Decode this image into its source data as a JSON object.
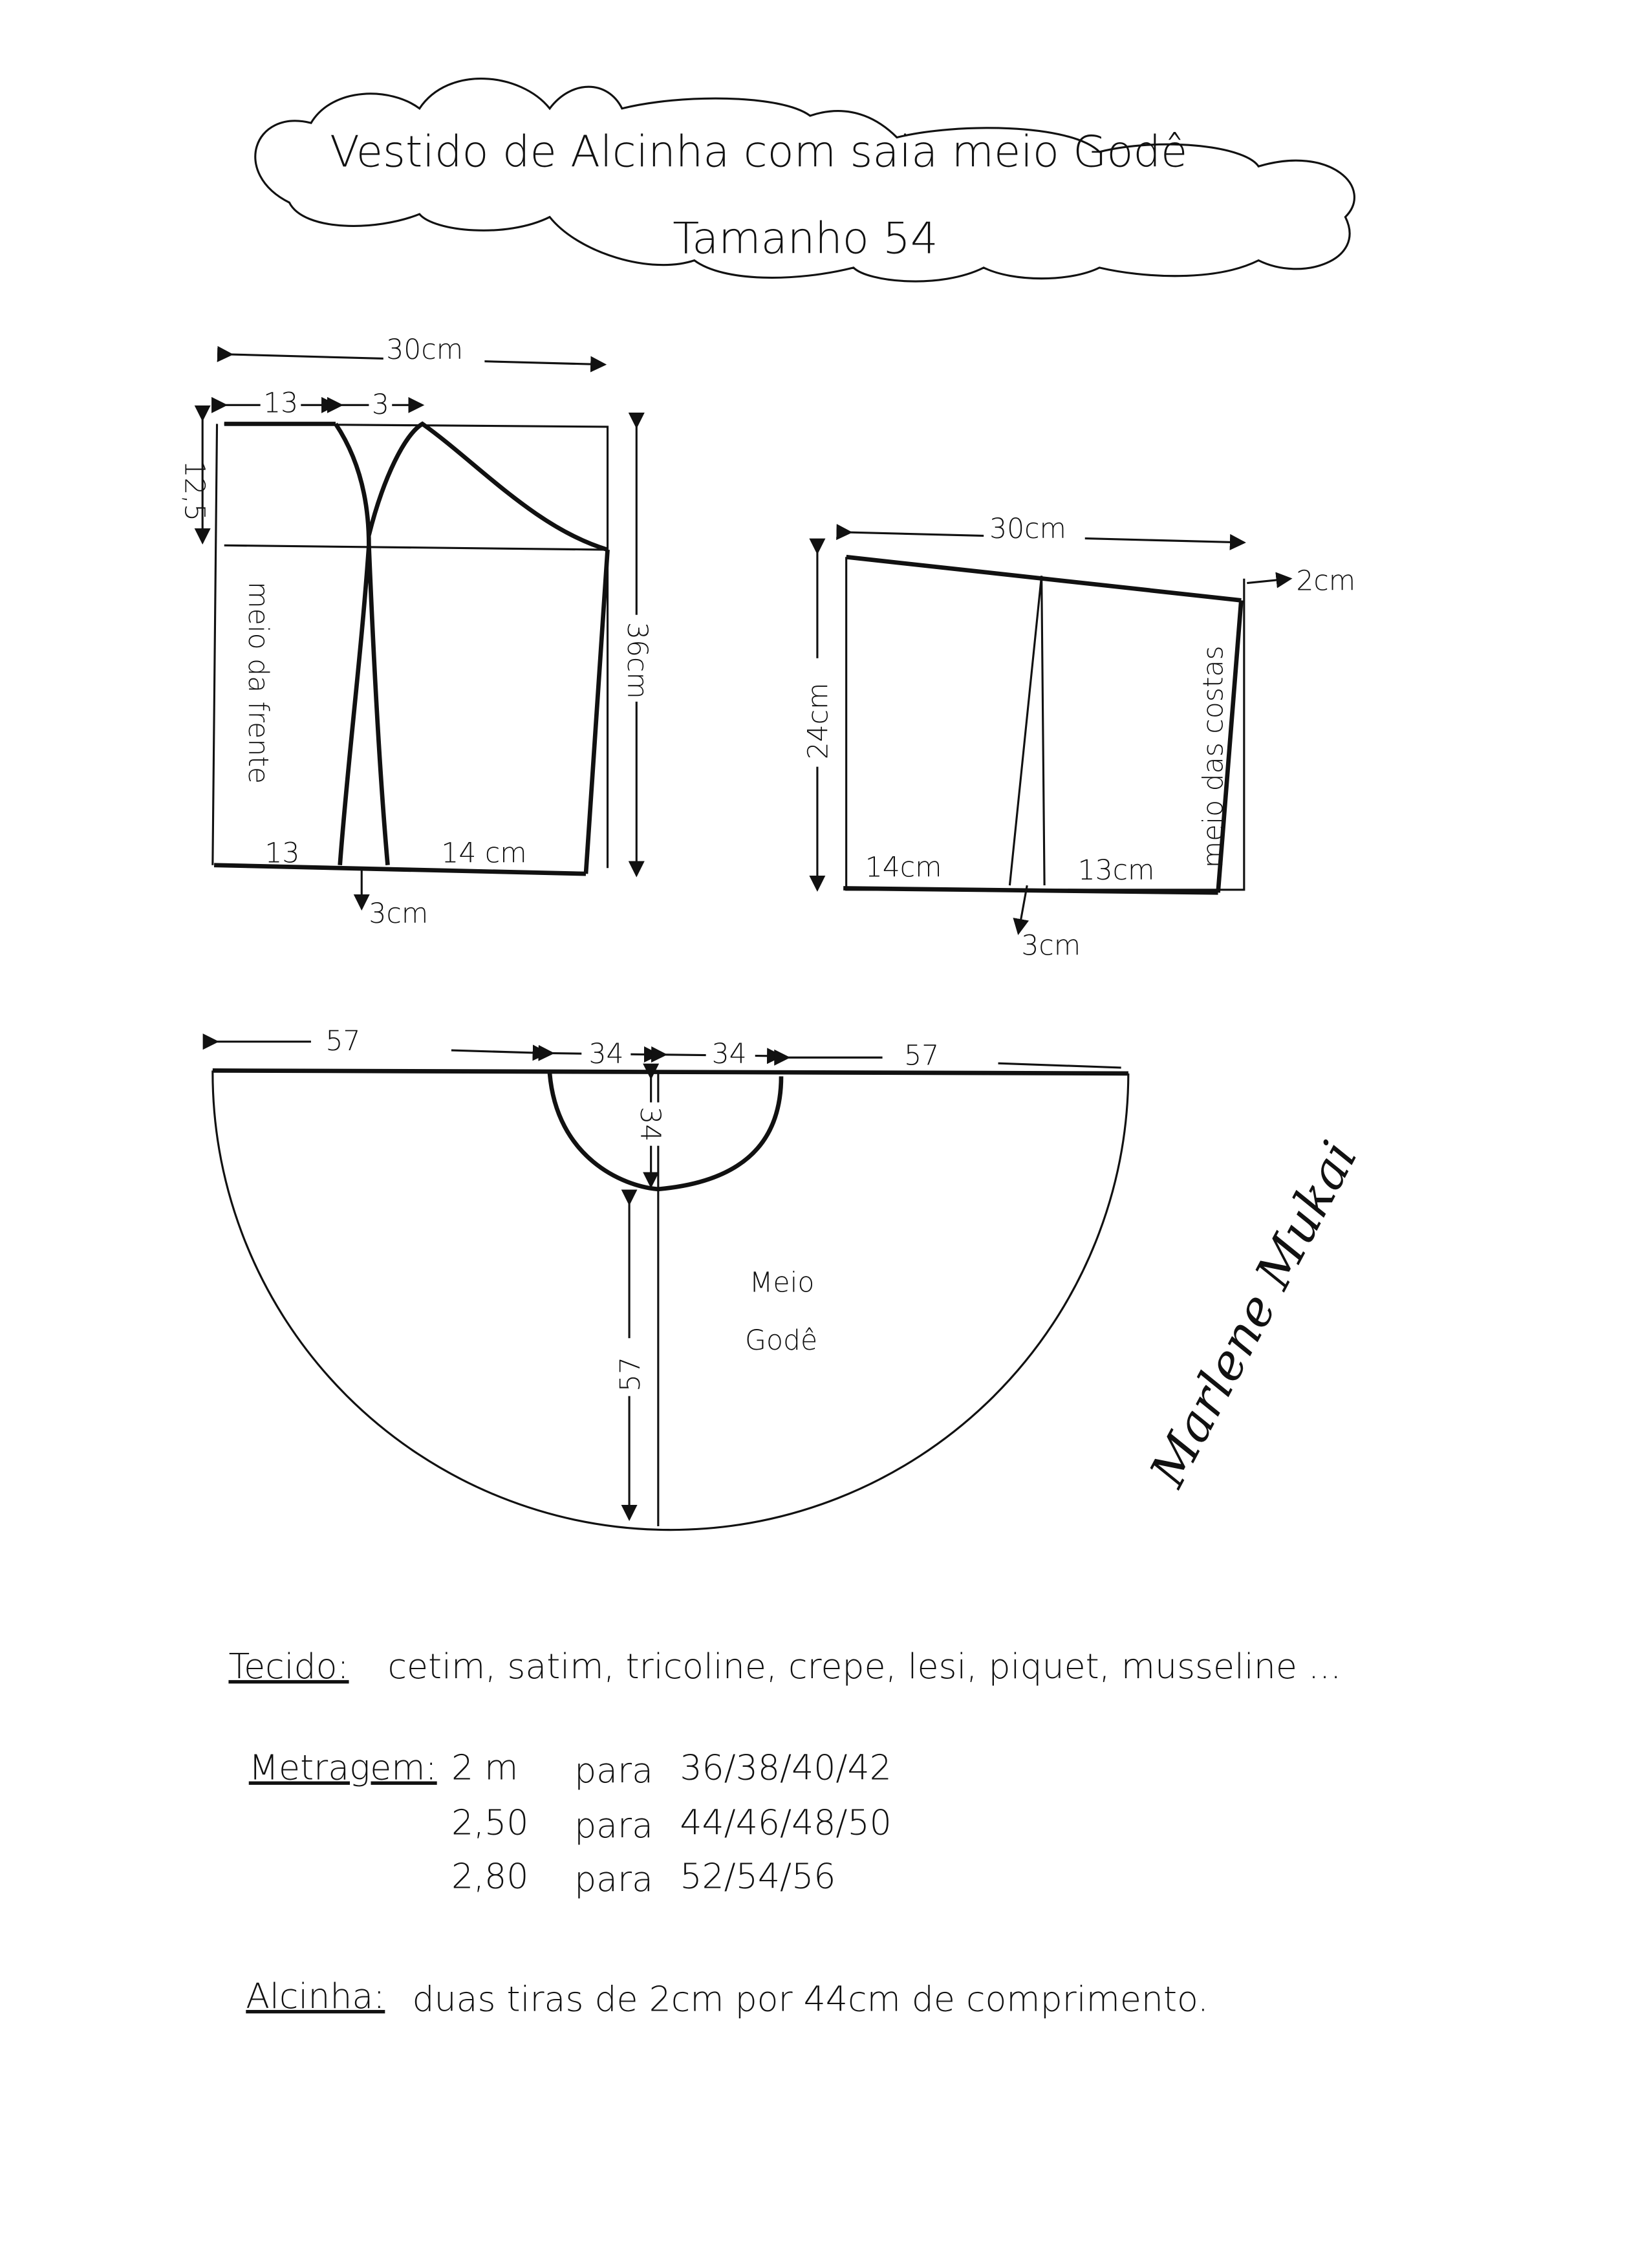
{
  "title": {
    "line1": "Vestido de Alcinha com saia meio Godê",
    "line2": "Tamanho 54"
  },
  "front_piece": {
    "width": "30cm",
    "top_left": "13",
    "top_gap": "3",
    "side_height": "12,5",
    "height": "36cm",
    "center_label": "meio da frente",
    "bottom_left": "13",
    "bottom_right": "14 cm",
    "dart": "3cm"
  },
  "back_piece": {
    "width": "30cm",
    "rise": "2cm",
    "height": "24cm",
    "center_label": "meio das costas",
    "bottom_left": "14cm",
    "bottom_right": "13cm",
    "dart": "3cm"
  },
  "skirt": {
    "left": "57",
    "waist_left": "34",
    "waist_right": "34",
    "right": "57",
    "waist_depth": "34",
    "length": "57",
    "label_line1": "Meio",
    "label_line2": "Godê"
  },
  "signature": "Marlene Mukai",
  "notes": {
    "fabric_label": "Tecido:",
    "fabric_value": "cetim, satim, tricoline, crepe, lesi, piquet, musseline ...",
    "yardage_label": "Metragem:",
    "yardage": [
      {
        "amount": "2 m",
        "word": "para",
        "sizes": "36/38/40/42"
      },
      {
        "amount": "2,50",
        "word": "para",
        "sizes": "44/46/48/50"
      },
      {
        "amount": "2,80",
        "word": "para",
        "sizes": "52/54/56"
      }
    ],
    "strap_label": "Alcinha:",
    "strap_value": "duas tiras de 2cm por 44cm de comprimento."
  }
}
